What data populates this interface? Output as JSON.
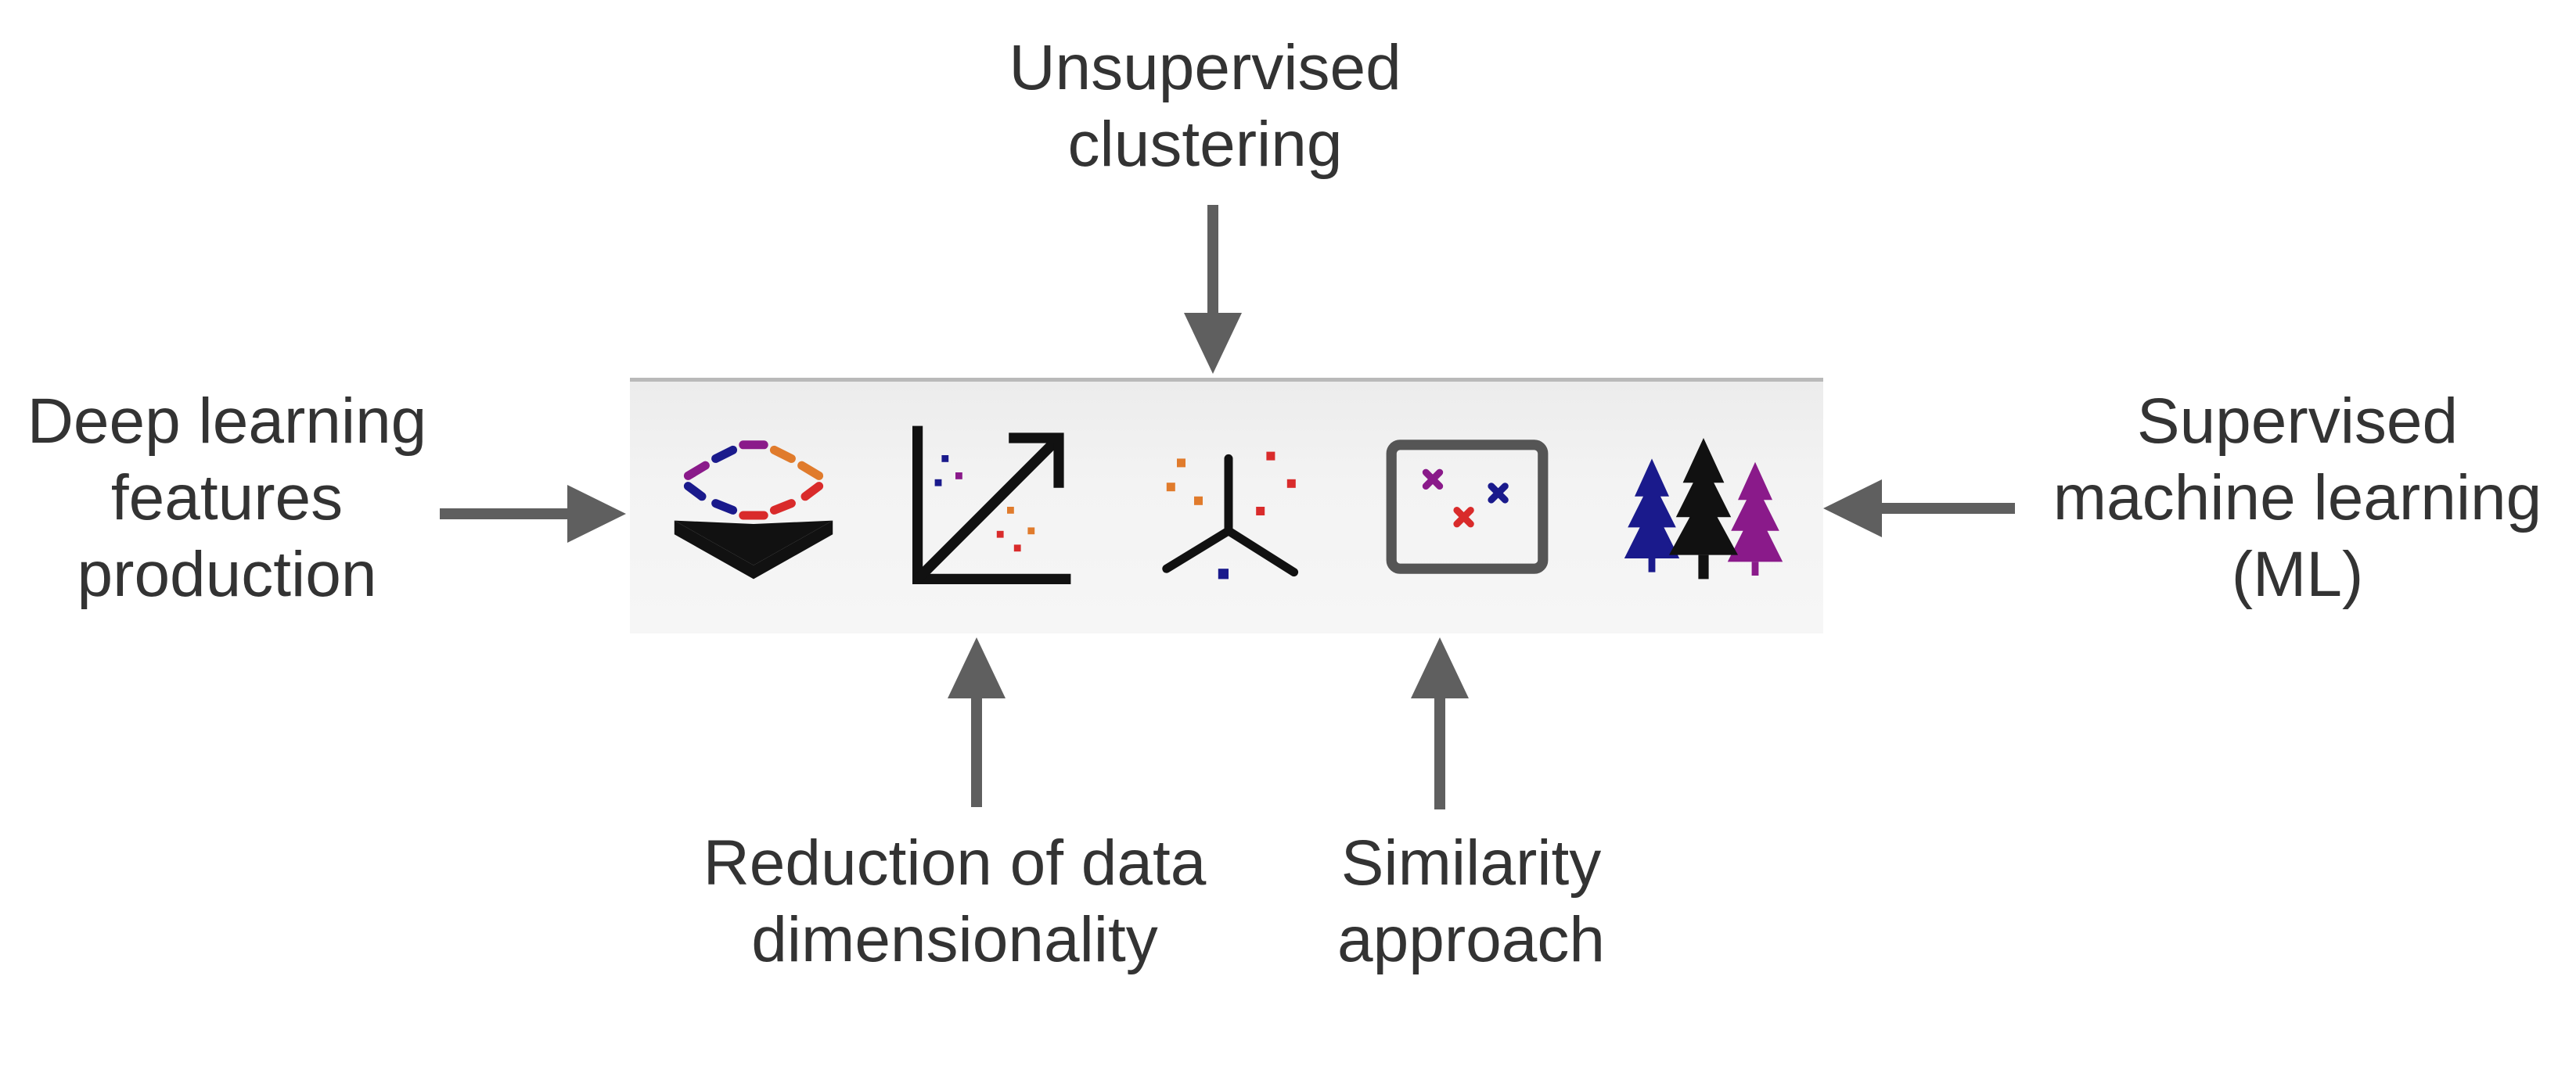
{
  "labels": {
    "deep_learning": [
      "Deep learning",
      "features",
      "production"
    ],
    "unsupervised": [
      "Unsupervised",
      "clustering"
    ],
    "supervised": [
      "Supervised",
      "machine learning",
      "(ML)"
    ],
    "dimensionality": [
      "Reduction of data",
      "dimensionality"
    ],
    "similarity": [
      "Similarity",
      "approach"
    ]
  },
  "toolbar": {
    "buttons": [
      {
        "icon": "deep-learning-layers-icon"
      },
      {
        "icon": "dimensionality-reduction-icon"
      },
      {
        "icon": "clustering-icon"
      },
      {
        "icon": "similarity-icon"
      },
      {
        "icon": "random-forest-trees-icon"
      }
    ]
  },
  "colors": {
    "text": "#333333",
    "arrow": "#5f5f5f",
    "toolbar_bg": "#f3f3f3",
    "toolbar_border": "#b9b9b9",
    "icon_black": "#111111",
    "navy": "#1a1a8c",
    "purple": "#8a1a8a",
    "red": "#d92b2b",
    "orange": "#e07b2c"
  }
}
